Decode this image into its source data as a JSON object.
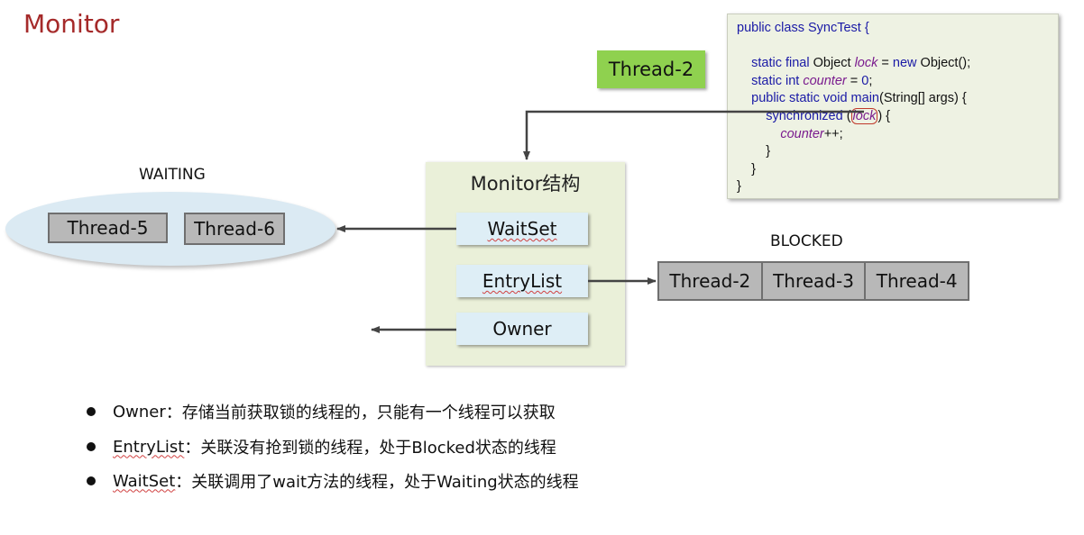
{
  "title": "Monitor",
  "thread_badge": "Thread-2",
  "code": {
    "l1": "public class SyncTest {",
    "l3_kw1": "static final",
    "l3_plain1": " Object ",
    "l3_var": "lock",
    "l3_plain2": " = ",
    "l3_kw2": "new",
    "l3_plain3": " Object();",
    "l4_kw": "static int",
    "l4_var": "counter",
    "l4_plain": " = ",
    "l4_num": "0",
    "l4_end": ";",
    "l5_kw": "public static void",
    "l5_fn": "main",
    "l5_rest": "(String[] args) {",
    "l6_kw": "synchronized",
    "l6_open": " (",
    "l6_var": "lock",
    "l6_close": ") {",
    "l7_var": "counter",
    "l7_rest": "++;",
    "l8": "}",
    "l9": "}",
    "l10": "}"
  },
  "monitor": {
    "title": "Monitor结构",
    "waitset": "WaitSet",
    "entrylist": "EntryList",
    "owner": "Owner"
  },
  "waiting": {
    "label": "WAITING",
    "threads": [
      "Thread-5",
      "Thread-6"
    ]
  },
  "blocked": {
    "label": "BLOCKED",
    "threads": [
      "Thread-2",
      "Thread-3",
      "Thread-4"
    ]
  },
  "bullets": [
    {
      "term": "Owner",
      "text": "：存储当前获取锁的线程的，只能有一个线程可以获取"
    },
    {
      "term": "EntryList",
      "text": "：关联没有抢到锁的线程，处于Blocked状态的线程"
    },
    {
      "term": "WaitSet",
      "text": "：关联调用了wait方法的线程，处于Waiting状态的线程"
    }
  ],
  "colors": {
    "title": "#a52a2a",
    "badge": "#8fd14f",
    "panel": "#eaf0d9",
    "slot": "#deeef6",
    "ellipse": "#dbeaf3",
    "thread_box": "#b8b8b8"
  }
}
